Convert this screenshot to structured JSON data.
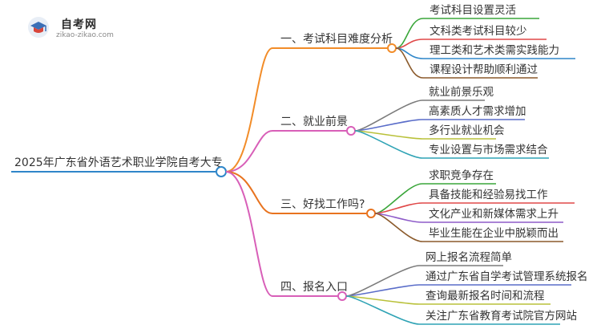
{
  "logo": {
    "title": "自考网",
    "subtitle": "zikao-zikao.com",
    "icon": "graduation-cap-icon"
  },
  "root": "2025年广东省外语艺术职业学院自考大专",
  "branches": [
    {
      "label": "一、考试科目难度分析",
      "color": "#f28c28",
      "leaves": [
        {
          "text": "考试科目设置灵活",
          "color": "#3aa63a"
        },
        {
          "text": "文科类考试科目较少",
          "color": "#e04848"
        },
        {
          "text": "理工类和艺术类需实践能力",
          "color": "#2f86c9"
        },
        {
          "text": "课程设计帮助顺利通过",
          "color": "#8b5a2b"
        }
      ]
    },
    {
      "label": "二、就业前景",
      "color": "#d85fb8",
      "leaves": [
        {
          "text": "就业前景乐观",
          "color": "#7a7a7a"
        },
        {
          "text": "高素质人才需求增加",
          "color": "#5a6dc9"
        },
        {
          "text": "多行业就业机会",
          "color": "#b9c13a"
        },
        {
          "text": "专业设置与市场需求结合",
          "color": "#2fa3b5"
        }
      ]
    },
    {
      "label": "三、好找工作吗?",
      "color": "#e8731f",
      "leaves": [
        {
          "text": "求职竞争存在",
          "color": "#3aa63a"
        },
        {
          "text": "具备技能和经验易找工作",
          "color": "#e04848"
        },
        {
          "text": "文化产业和新媒体需求上升",
          "color": "#8e5cc9"
        },
        {
          "text": "毕业生能在企业中脱颖而出",
          "color": "#8b5a2b"
        }
      ]
    },
    {
      "label": "四、报名入口",
      "color": "#d85fb8",
      "leaves": [
        {
          "text": "网上报名流程简单",
          "color": "#7a7a7a"
        },
        {
          "text": "通过广东省自学考试管理系统报名",
          "color": "#5a6dc9"
        },
        {
          "text": "查询最新报名时间和流程",
          "color": "#b9c13a"
        },
        {
          "text": "关注广东省教育考试院官方网站",
          "color": "#2fa3b5"
        }
      ]
    }
  ],
  "root_color": "#2f86c9"
}
